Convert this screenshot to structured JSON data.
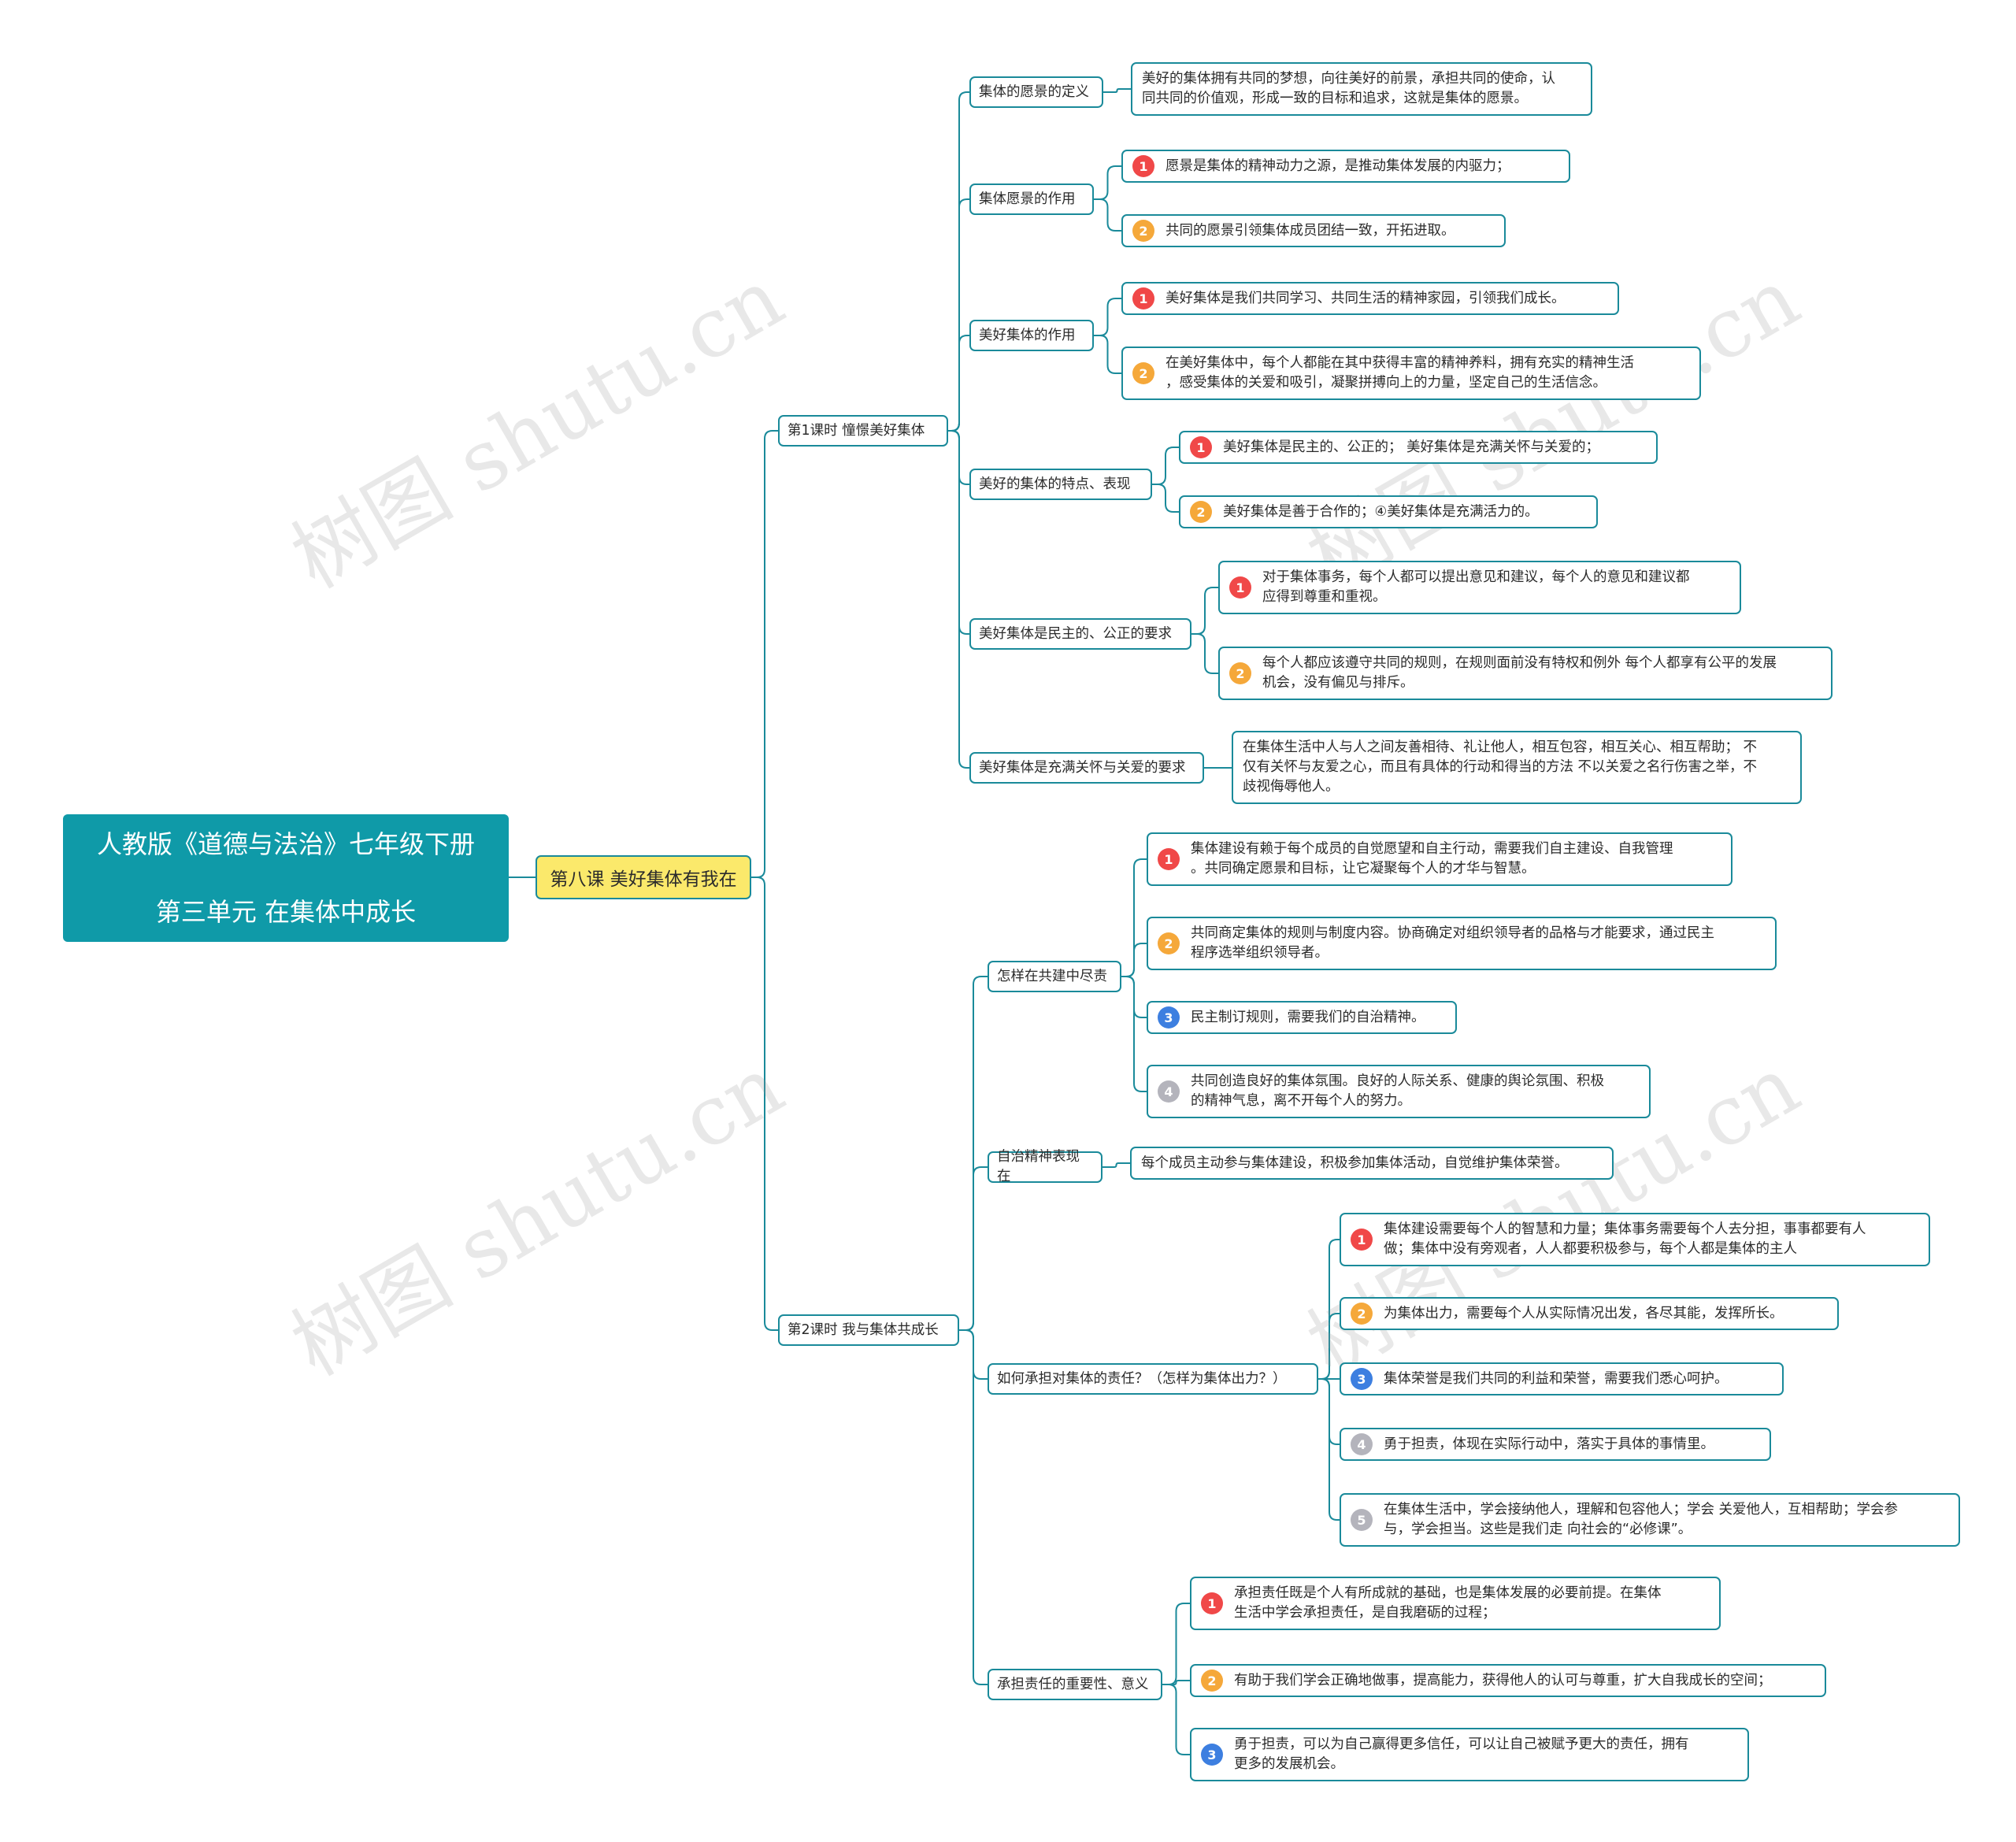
{
  "root": {
    "line1": "人教版《道德与法治》七年级下册",
    "line2": "第三单元 在集体中成长"
  },
  "lesson": "第八课 美好集体有我在",
  "watermark": "树图 shutu.cn",
  "badge_colors": {
    "1": "#f04848",
    "2": "#f5a83a",
    "3": "#3d7fe0",
    "4": "#b4b4bc",
    "5": "#b4b4bc"
  },
  "sections": [
    {
      "title": "第1课时 憧憬美好集体",
      "topics": [
        {
          "label": "集体的愿景的定义",
          "items": [
            {
              "text": "美好的集体拥有共同的梦想，向往美好的前景，承担共同的使命，认\n同共同的价值观，形成一致的目标和追求，这就是集体的愿景。"
            }
          ]
        },
        {
          "label": "集体愿景的作用",
          "items": [
            {
              "n": "1",
              "text": "愿景是集体的精神动力之源，是推动集体发展的内驱力；"
            },
            {
              "n": "2",
              "text": "共同的愿景引领集体成员团结一致，开拓进取。"
            }
          ]
        },
        {
          "label": "美好集体的作用",
          "items": [
            {
              "n": "1",
              "text": " 美好集体是我们共同学习、共同生活的精神家园，引领我们成长。"
            },
            {
              "n": "2",
              "text": "在美好集体中，每个人都能在其中获得丰富的精神养料，拥有充实的精神生活\n，感受集体的关爱和吸引，凝聚拼搏向上的力量，坚定自己的生活信念。"
            }
          ]
        },
        {
          "label": "美好的集体的特点、表现",
          "items": [
            {
              "n": "1",
              "text": "美好集体是民主的、公正的； 美好集体是充满关怀与关爱的；"
            },
            {
              "n": "2",
              "text": "美好集体是善于合作的；④美好集体是充满活力的。"
            }
          ]
        },
        {
          "label": "美好集体是民主的、公正的要求",
          "items": [
            {
              "n": "1",
              "text": "对于集体事务，每个人都可以提出意见和建议，每个人的意见和建议都\n应得到尊重和重视。"
            },
            {
              "n": "2",
              "text": "每个人都应该遵守共同的规则，在规则面前没有特权和例外 每个人都享有公平的发展\n机会，没有偏见与排斥。"
            }
          ]
        },
        {
          "label": "美好集体是充满关怀与关爱的要求",
          "items": [
            {
              "text": "在集体生活中人与人之间友善相待、礼让他人，相互包容，相互关心、相互帮助； 不\n仅有关怀与友爱之心，而且有具体的行动和得当的方法 不以关爱之名行伤害之举，不\n歧视侮辱他人。"
            }
          ]
        }
      ]
    },
    {
      "title": "第2课时  我与集体共成长",
      "topics": [
        {
          "label": "怎样在共建中尽责",
          "items": [
            {
              "n": "1",
              "text": "集体建设有赖于每个成员的自觉愿望和自主行动，需要我们自主建设、自我管理\n。共同确定愿景和目标，让它凝聚每个人的才华与智慧。"
            },
            {
              "n": "2",
              "text": " 共同商定集体的规则与制度内容。协商确定对组织领导者的品格与才能要求，通过民主\n程序选举组织领导者。"
            },
            {
              "n": "3",
              "text": "民主制订规则，需要我们的自治精神。"
            },
            {
              "n": "4",
              "text": "共同创造良好的集体氛围。良好的人际关系、健康的舆论氛围、积极\n的精神气息，离不开每个人的努力。"
            }
          ]
        },
        {
          "label": "自治精神表现在",
          "items": [
            {
              "text": "每个成员主动参与集体建设，积极参加集体活动，自觉维护集体荣誉。"
            }
          ]
        },
        {
          "label": "如何承担对集体的责任？（怎样为集体出力？）",
          "items": [
            {
              "n": "1",
              "text": "集体建设需要每个人的智慧和力量；集体事务需要每个人去分担，事事都要有人\n做；集体中没有旁观者，人人都要积极参与，每个人都是集体的主人"
            },
            {
              "n": "2",
              "text": "为集体出力，需要每个人从实际情况出发，各尽其能，发挥所长。"
            },
            {
              "n": "3",
              "text": "集体荣誉是我们共同的利益和荣誉，需要我们悉心呵护。"
            },
            {
              "n": "4",
              "text": "勇于担责，体现在实际行动中，落实于具体的事情里。"
            },
            {
              "n": "5",
              "text": "在集体生活中，学会接纳他人，理解和包容他人；学会 关爱他人，互相帮助；学会参\n与，学会担当。这些是我们走 向社会的“必修课”。"
            }
          ]
        },
        {
          "label": "承担责任的重要性、意义",
          "items": [
            {
              "n": "1",
              "text": "承担责任既是个人有所成就的基础，也是集体发展的必要前提。在集体\n生活中学会承担责任，是自我磨砺的过程；"
            },
            {
              "n": "2",
              "text": "有助于我们学会正确地做事，提高能力，获得他人的认可与尊重，扩大自我成长的空间；"
            },
            {
              "n": "3",
              "text": "勇于担责，可以为自己赢得更多信任，可以让自己被赋予更大的责任，拥有\n更多的发展机会。"
            }
          ]
        }
      ]
    }
  ]
}
